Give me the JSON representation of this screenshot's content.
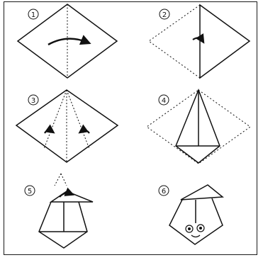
{
  "diagram": {
    "steps": [
      {
        "label": "1"
      },
      {
        "label": "2"
      },
      {
        "label": "3"
      },
      {
        "label": "4"
      },
      {
        "label": "5"
      },
      {
        "label": "6"
      }
    ],
    "colors": {
      "line": "#111111",
      "background": "#ffffff"
    }
  }
}
